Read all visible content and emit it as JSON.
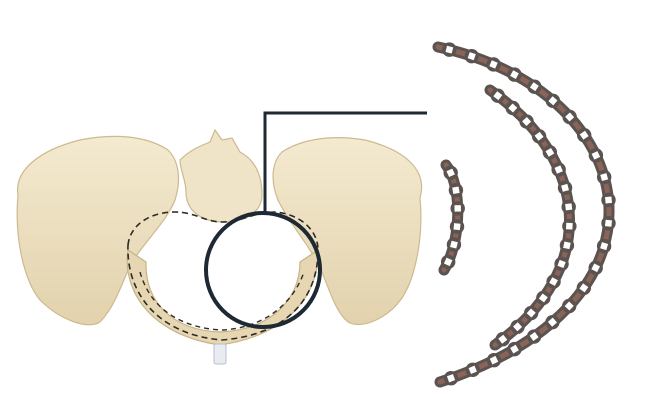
{
  "figure": {
    "subjects": [
      "pelvis-illustration",
      "reconstruction-plates"
    ],
    "colors": {
      "background": "#ffffff",
      "bone_fill": "#ece0c2",
      "bone_shadow": "#d7c59e",
      "bone_highlight": "#f7f0dc",
      "dashed_line": "#2e2a26",
      "callout": "#1f2933",
      "plate_dark": "#5b5350",
      "plate_copper": "#8a6458",
      "plate_hole": "#ffffff"
    },
    "callout": {
      "shape": "circle-with-leader-line"
    },
    "plates": [
      {
        "name": "short-curved-plate",
        "holes": 6
      },
      {
        "name": "medium-curved-plate",
        "holes": 16
      },
      {
        "name": "long-curved-plate",
        "holes": 22
      }
    ]
  }
}
